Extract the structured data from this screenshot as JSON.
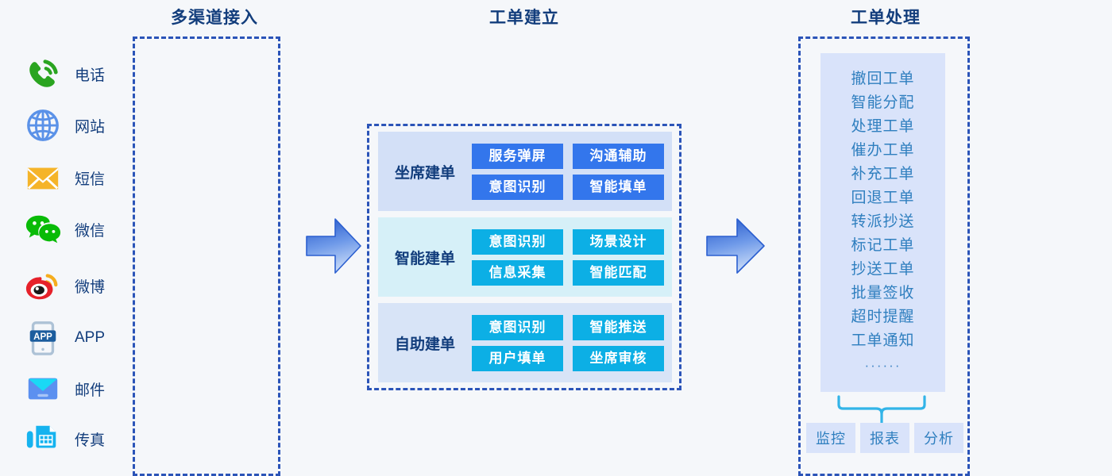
{
  "columns": {
    "left_title": "多渠道接入",
    "mid_title": "工单建立",
    "right_title": "工单处理"
  },
  "channels": [
    {
      "label": "电话",
      "icon": "phone-icon"
    },
    {
      "label": "网站",
      "icon": "globe-icon"
    },
    {
      "label": "短信",
      "icon": "sms-envelope-icon"
    },
    {
      "label": "微信",
      "icon": "wechat-icon"
    },
    {
      "label": "微博",
      "icon": "weibo-icon"
    },
    {
      "label": "APP",
      "icon": "app-phone-icon"
    },
    {
      "label": "邮件",
      "icon": "mail-envelope-icon"
    },
    {
      "label": "传真",
      "icon": "fax-icon"
    }
  ],
  "mid_groups": [
    {
      "label": "坐席建单",
      "buttons": [
        "服务弹屏",
        "沟通辅助",
        "意图识别",
        "智能填单"
      ]
    },
    {
      "label": "智能建单",
      "buttons": [
        "意图识别",
        "场景设计",
        "信息采集",
        "智能匹配"
      ]
    },
    {
      "label": "自助建单",
      "buttons": [
        "意图识别",
        "智能推送",
        "用户填单",
        "坐席审核"
      ]
    }
  ],
  "right_items": [
    "撤回工单",
    "智能分配",
    "处理工单",
    "催办工单",
    "补充工单",
    "回退工单",
    "转派抄送",
    "标记工单",
    "抄送工单",
    "批量签收",
    "超时提醒",
    "工单通知",
    "······"
  ],
  "right_tags": [
    "监控",
    "报表",
    "分析"
  ],
  "arrows": [
    {
      "name": "arrow-channels-to-create"
    },
    {
      "name": "arrow-create-to-process"
    }
  ],
  "colors": {
    "background": "#f5f7fa",
    "dashed_border": "#2b54b8",
    "title_text": "#123d7c",
    "btn_royal": "#3376ec",
    "btn_cyan": "#0cafe5",
    "panel_blue": "#d3e0f7",
    "panel_cyan": "#d6f0f8",
    "right_panel": "#d9e3fa",
    "right_text": "#2f7fbf",
    "bracket": "#32b4e8",
    "arrow_dark": "#2b5fd0",
    "arrow_light": "#b8cdf3"
  }
}
